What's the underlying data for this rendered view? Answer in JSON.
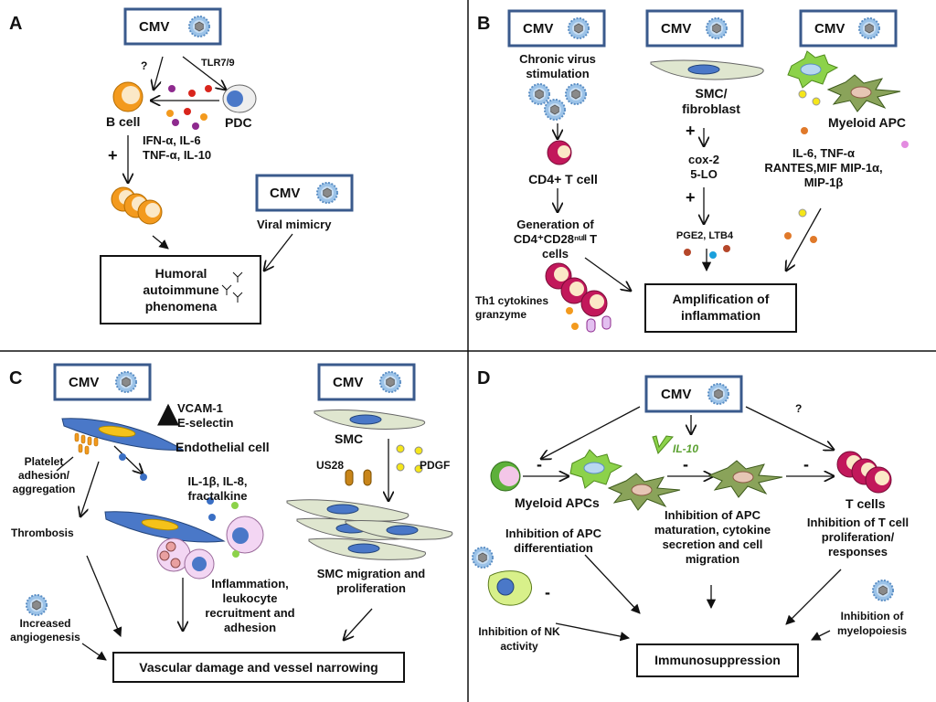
{
  "panels": {
    "A": {
      "letter": "A",
      "cmv": "CMV",
      "q": "?",
      "tlr": "TLR7/9",
      "bcell": "B cell",
      "pdc": "PDC",
      "cytokines": [
        "IFN-α, IL-6",
        "TNF-α, IL-10"
      ],
      "plus": "+",
      "cmv2": "CMV",
      "mimicry": "Viral mimicry",
      "outcome": [
        "Humoral",
        "autoimmune",
        "phenomena"
      ]
    },
    "B": {
      "letter": "B",
      "cmv1": "CMV",
      "cmv2": "CMV",
      "cmv3": "CMV",
      "chronic": [
        "Chronic virus",
        "stimulation"
      ],
      "cd4": "CD4+ T cell",
      "generation": [
        "Generation of",
        "CD4⁺CD28ⁿᵘˡˡ T",
        "cells"
      ],
      "th1": [
        "Th1 cytokines",
        "granzyme"
      ],
      "smc": [
        "SMC/",
        "fibroblast"
      ],
      "plus1": "+",
      "cox": [
        "cox-2",
        "5-LO"
      ],
      "plus2": "+",
      "pge": "PGE2, LTB4",
      "myeloid": "Myeloid APC",
      "il6": [
        "IL-6, TNF-α",
        "RANTES,MIF MIP-1α,",
        "MIP-1β"
      ],
      "outcome": [
        "Amplification of",
        "inflammation"
      ]
    },
    "C": {
      "letter": "C",
      "cmv1": "CMV",
      "cmv2": "CMV",
      "vcam": [
        "VCAM-1",
        "E-selectin"
      ],
      "endothelial": "Endothelial cell",
      "platelet": [
        "Platelet",
        "adhesion/",
        "aggregation"
      ],
      "il1b": [
        "IL-1β, IL-8,",
        "fractalkine"
      ],
      "thrombosis": "Thrombosis",
      "inflammation": [
        "Inflammation,",
        "leukocyte",
        "recruitment and",
        "adhesion"
      ],
      "angio": [
        "Increased",
        "angiogenesis"
      ],
      "smc": "SMC",
      "us28": "US28",
      "pdgf": "PDGF",
      "migration": [
        "SMC migration and",
        "proliferation"
      ],
      "outcome": "Vascular damage and vessel narrowing"
    },
    "D": {
      "letter": "D",
      "cmv": "CMV",
      "q": "?",
      "il10": "IL-10",
      "minus": "-",
      "myeloid": "Myeloid APCs",
      "inhib_apc_diff": [
        "Inhibition of APC",
        "differentiation"
      ],
      "inhib_apc_mat": [
        "Inhibition of APC",
        "maturation, cytokine",
        "secretion and cell",
        "migration"
      ],
      "tcells": "T cells",
      "inhib_t": [
        "Inhibition of T cell",
        "proliferation/",
        "responses"
      ],
      "nk": [
        "Inhibition of NK",
        "activity"
      ],
      "myelo": [
        "Inhibition of",
        "myelopoiesis"
      ],
      "outcome": "Immunosuppression"
    }
  },
  "colors": {
    "cmv_border": "#3a5a8c",
    "virus_ring": "#6fa8dc",
    "virus_core": "#8c8c8c",
    "orange": "#f39a1e",
    "magenta": "#c2185b",
    "blue_endo": "#4a78c8",
    "yellow": "#f5d60a",
    "smc_fill": "#dfe6cf",
    "apc_green": "#8cd24a",
    "pink": "#f3c6e8"
  }
}
